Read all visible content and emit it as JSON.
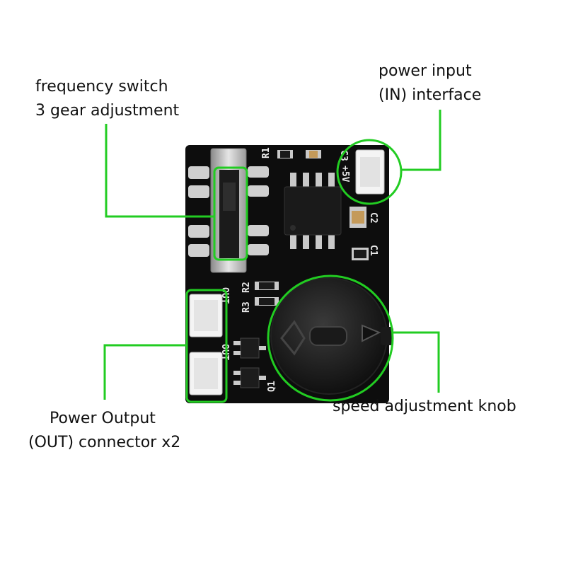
{
  "callouts": {
    "frequency_switch": {
      "line1": "frequency switch",
      "line2": "3 gear adjustment"
    },
    "power_input": {
      "line1": "power input",
      "line2": "(IN) interface"
    },
    "power_output": {
      "line1": "Power Output",
      "line2": "(OUT) connector x2"
    },
    "speed_knob": {
      "line1": "speed adjustment knob"
    }
  },
  "board_silkscreen": {
    "r1": "R1",
    "r2": "R2",
    "r3": "R3",
    "c1": "C1",
    "c2": "C2",
    "c3": "C3",
    "q1": "Q1",
    "plus5v": "+5V",
    "out1": "OUT",
    "out2": "OUT"
  },
  "colors": {
    "highlight": "#22cc22",
    "pcb": "#0d0d0d",
    "pad": "#c9c9c9",
    "background": "#ffffff"
  }
}
